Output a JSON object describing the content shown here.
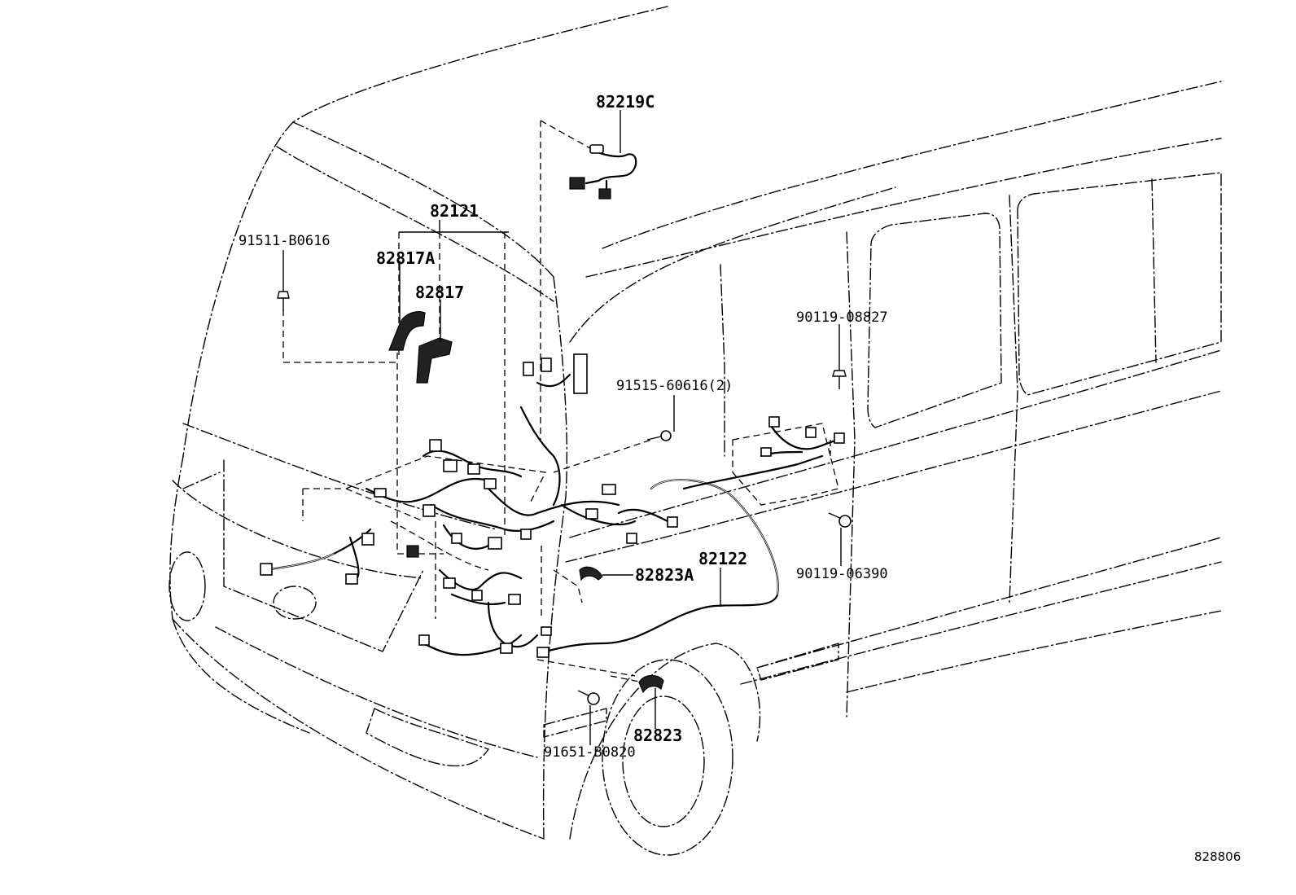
{
  "diagram": {
    "part_labels": {
      "p82219C": "82219C",
      "p82121": "82121",
      "p82817A": "82817A",
      "p82817": "82817",
      "p91511": "91511-B0616",
      "p91515": "91515-60616(2)",
      "p90119_08827": "90119-08827",
      "p90119_06390": "90119-06390",
      "p82122": "82122",
      "p82823A": "82823A",
      "p82823": "82823",
      "p91651": "91651-B0820"
    },
    "illustration_code": "828806"
  }
}
